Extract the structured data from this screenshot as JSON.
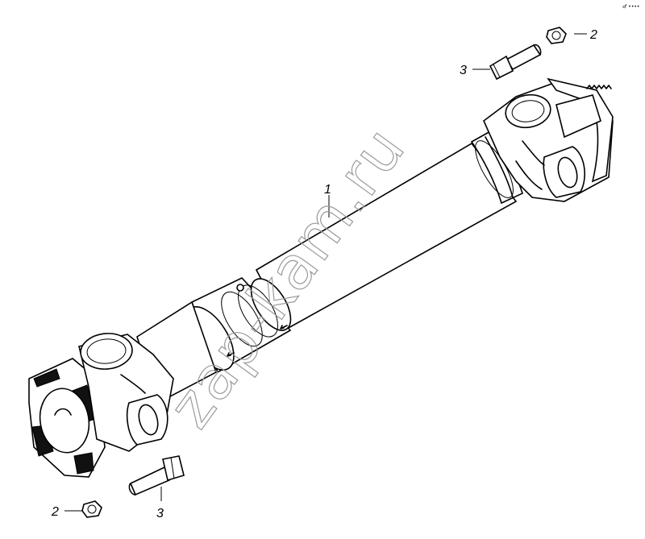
{
  "corner_mark": "♂ ••••",
  "watermark": "zap-kam.ru",
  "callouts": {
    "shaft": "1",
    "nut_top": "2",
    "bolt_top": "3",
    "nut_bottom": "2",
    "bolt_bottom": "3"
  },
  "colors": {
    "line": "#000000",
    "background": "#ffffff",
    "watermark": "#9a9a9a"
  }
}
